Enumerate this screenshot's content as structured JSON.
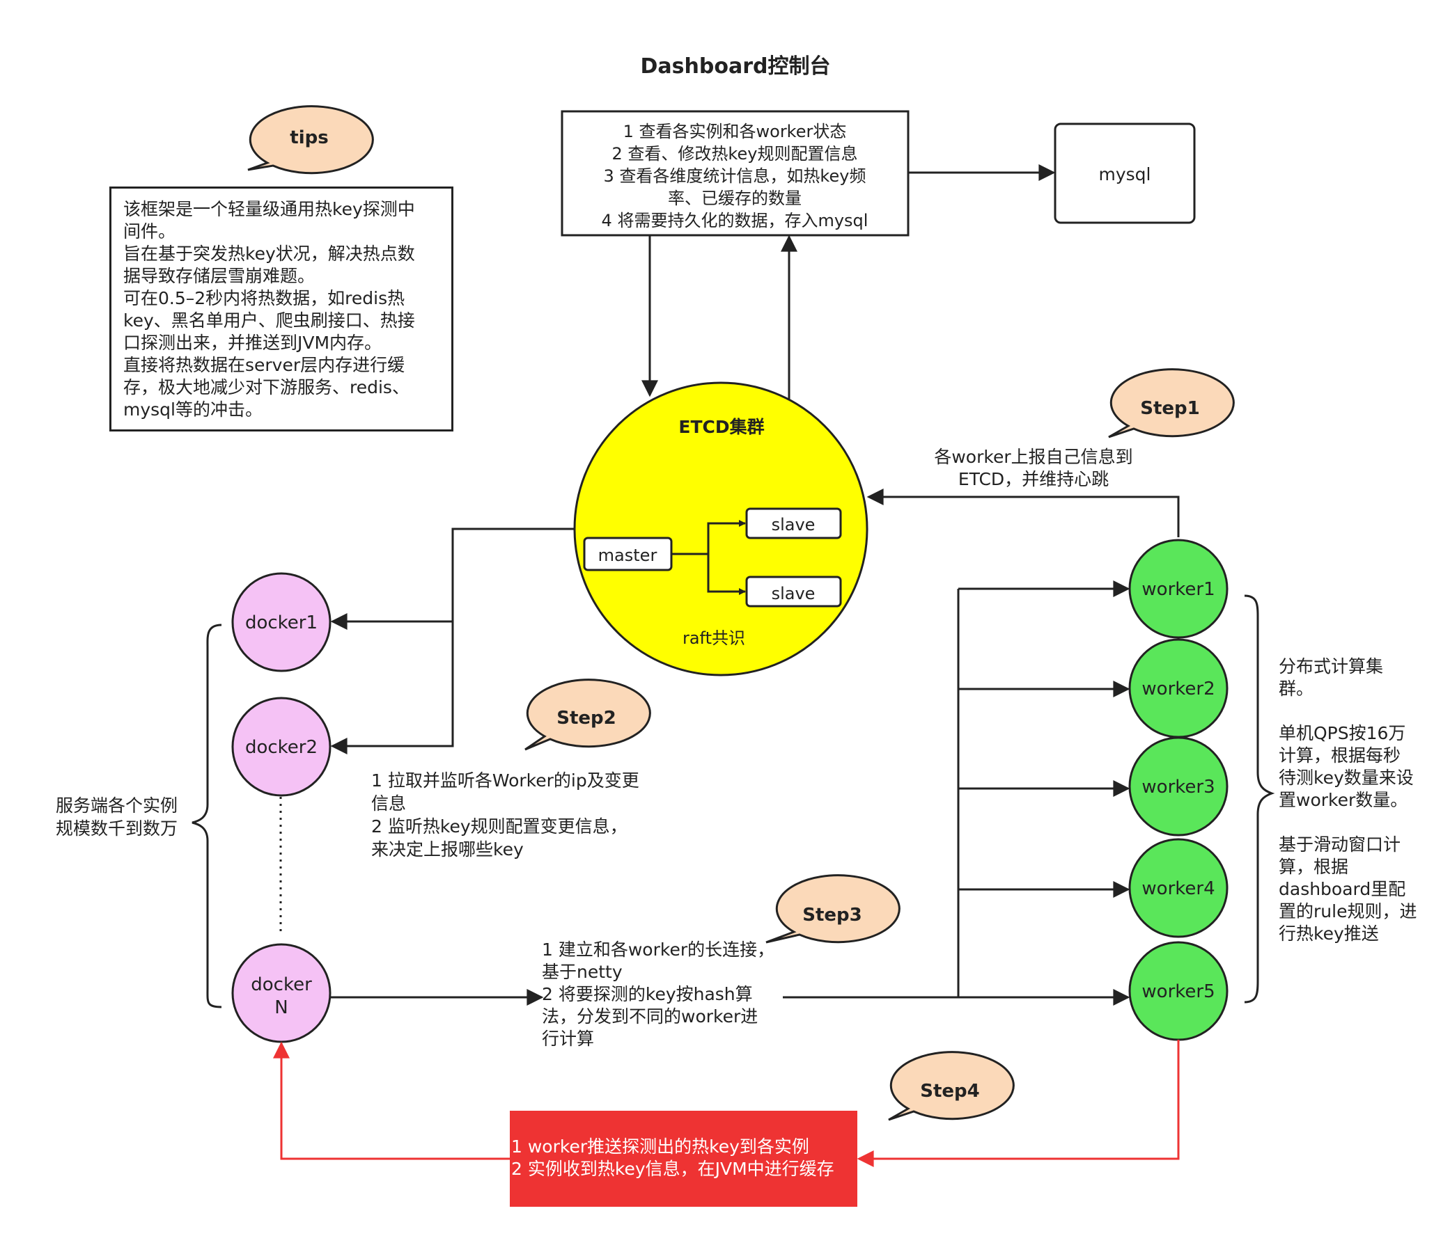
{
  "title": "Dashboard控制台",
  "dashboard_box": {
    "lines": [
      "1 查看各实例和各worker状态",
      "2 查看、修改热key规则配置信息",
      "3 查看各维度统计信息，如热key频",
      "率、已缓存的数量",
      "4 将需要持久化的数据，存入mysql"
    ]
  },
  "mysql_label": "mysql",
  "tips_bubble": "tips",
  "tips_text": "该框架是一个轻量级通用热key探测中\n间件。\n旨在基于突发热key状况，解决热点数\n据导致存储层雪崩难题。\n可在0.5–2秒内将热数据，如redis热\nkey、黑名单用户、爬虫刷接口、热接\n口探测出来，并推送到JVM内存。\n直接将热数据在server层内存进行缓\n存，极大地减少对下游服务、redis、\nmysql等的冲击。",
  "etcd": {
    "title": "ETCD集群",
    "master": "master",
    "slave1": "slave",
    "slave2": "slave",
    "consensus": "raft共识"
  },
  "step1": {
    "bubble": "Step1",
    "lines": [
      "各worker上报自己信息到",
      "ETCD，并维持心跳"
    ]
  },
  "step2": {
    "bubble": "Step2",
    "text": "1  拉取并监听各Worker的ip及变更\n信息\n2 监听热key规则配置变更信息，\n来决定上报哪些key"
  },
  "step3": {
    "bubble": "Step3",
    "text": "1 建立和各worker的长连接，\n基于netty\n2 将要探测的key按hash算\n法，分发到不同的worker进\n行计算"
  },
  "step4": {
    "bubble": "Step4",
    "text": "1 worker推送探测出的热key到各实例\n2 实例收到热key信息，在JVM中进行缓存"
  },
  "dockers": {
    "d1": "docker1",
    "d2": "docker2",
    "dn_line1": "docker",
    "dn_line2": "N"
  },
  "workers": [
    "worker1",
    "worker2",
    "worker3",
    "worker4",
    "worker5"
  ],
  "server_side_text": "服务端各个实例\n规模数千到数万",
  "worker_cluster_text": "分布式计算集\n群。\n\n单机QPS按16万\n计算，根据每秒\n待测key数量来设\n置worker数量。\n\n基于滑动窗口计\n算，根据\ndashboard里配\n置的rule规则，进\n行热key推送",
  "colors": {
    "bubble_fill": "#fbd9b9",
    "etcd_fill": "#ffff00",
    "docker_fill": "#f5c2f5",
    "worker_fill": "#5ae65a",
    "step4_fill": "#ee3333",
    "step4_line": "#ee3333"
  },
  "icons": {
    "arrow": "arrow-head-icon",
    "brace": "curly-brace-icon"
  }
}
